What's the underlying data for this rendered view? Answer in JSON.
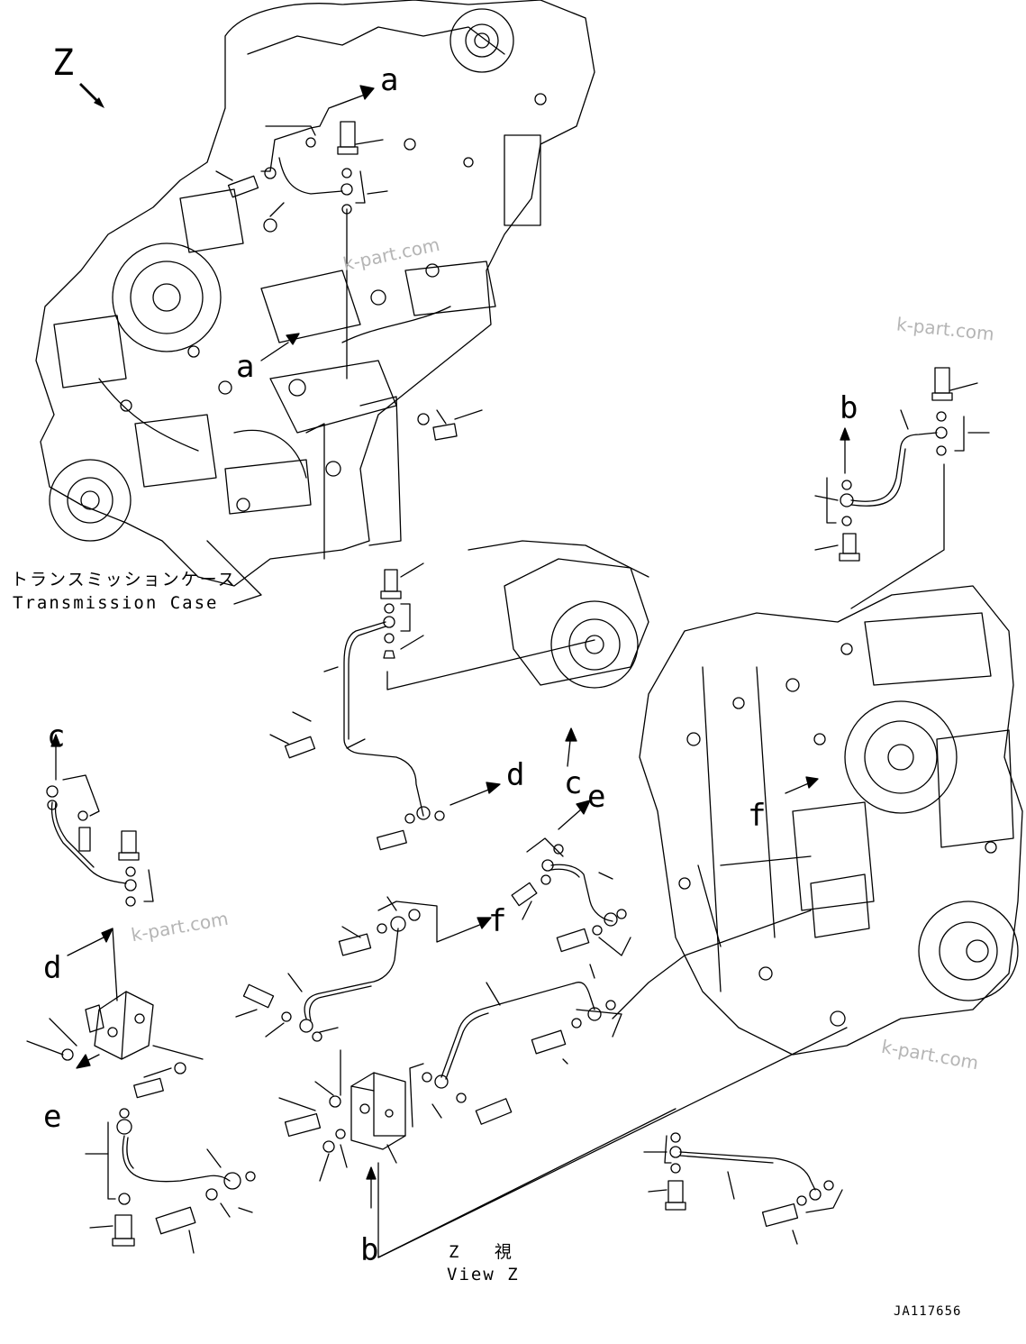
{
  "view_letter": "Z",
  "transmission_case": {
    "jp": "トランスミッションケース",
    "en": "Transmission Case"
  },
  "view_caption": {
    "jp": "Z 視",
    "en": "View Z"
  },
  "ref_labels": {
    "a": "a",
    "b": "b",
    "c": "c",
    "d": "d",
    "e": "e",
    "f": "f"
  },
  "watermark": "k-part.com",
  "drawing_code": "JA117656"
}
